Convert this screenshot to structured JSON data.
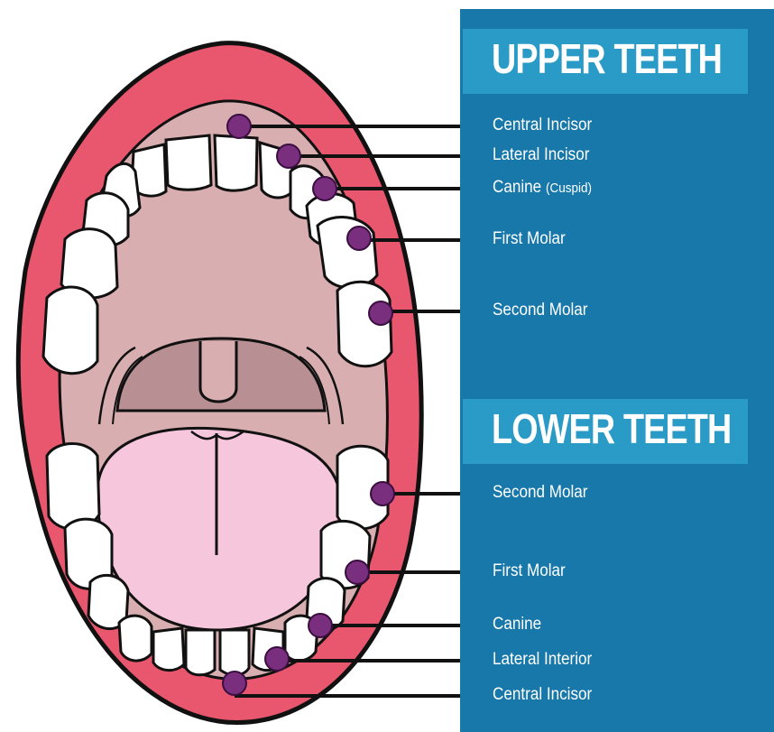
{
  "upper": {
    "heading": "UPPER TEETH",
    "labels": {
      "central_incisor": "Central Incisor",
      "lateral_incisor": "Lateral Incisor",
      "canine": "Canine",
      "canine_note": "(Cuspid)",
      "first_molar": "First Molar",
      "second_molar": "Second Molar"
    }
  },
  "lower": {
    "heading": "LOWER TEETH",
    "labels": {
      "second_molar": "Second Molar",
      "first_molar": "First Molar",
      "canine": "Canine",
      "lateral": "Lateral Interior",
      "central_incisor": "Central Incisor"
    }
  },
  "colors": {
    "panel": "#1878aa",
    "heading_box": "#2a9ac6",
    "lips": "#e8576e",
    "palate": "#d8aeb0",
    "tongue": "#f6c6dc",
    "marker": "#7a2e7e"
  }
}
